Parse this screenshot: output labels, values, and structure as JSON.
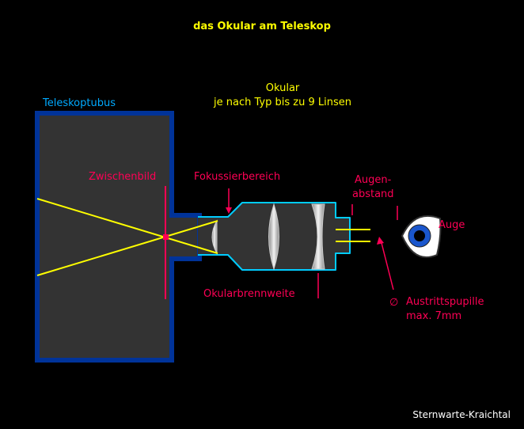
{
  "title": "das Okular am Teleskop",
  "labels": {
    "okular_line1": "Okular",
    "okular_line2": "je nach Typ bis zu 9 Linsen",
    "tubus": "Teleskoptubus",
    "zwischenbild": "Zwischenbild",
    "fokussierbereich": "Fokussierbereich",
    "augenabstand_line1": "Augen-",
    "augenabstand_line2": "abstand",
    "auge": "Auge",
    "okularbrennweite": "Okularbrennweite",
    "austrittspupille_line1": "Austrittspupille",
    "austrittspupille_line2": "max. 7mm",
    "diameter_symbol": "∅"
  },
  "credit": "Sternwarte-Kraichtal",
  "colors": {
    "background": "#000000",
    "title": "#ffff00",
    "okular_text": "#ffff00",
    "tubus_text": "#00aaff",
    "annotation": "#ff0055",
    "tube_fill": "#333333",
    "tube_border": "#003399",
    "eyepiece_border": "#00ccff",
    "eyepiece_fill": "#333333",
    "light_rays": "#ffff00",
    "credit": "#ffffff"
  }
}
